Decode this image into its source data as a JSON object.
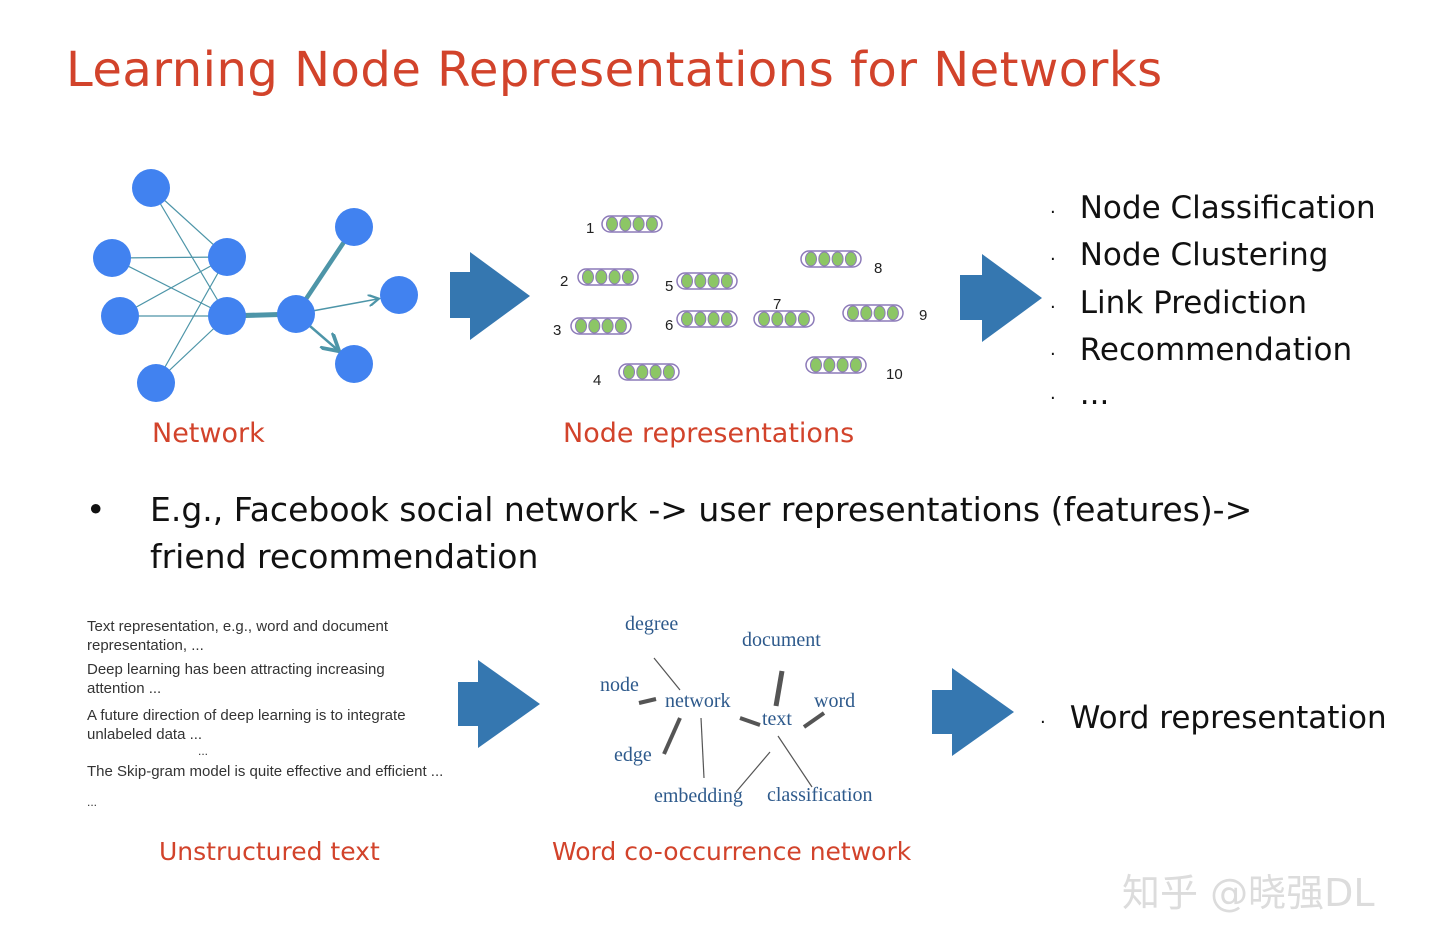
{
  "title": "Learning Node Representations for Networks",
  "top_row": {
    "network_caption": "Network",
    "representations_caption": "Node representations",
    "vector_labels": [
      "1",
      "2",
      "3",
      "4",
      "5",
      "6",
      "7",
      "8",
      "9",
      "10"
    ],
    "tasks": [
      "Node Classification",
      "Node Clustering",
      "Link Prediction",
      "Recommendation",
      "..."
    ]
  },
  "example": {
    "bullet": "•",
    "line1": "E.g., Facebook social network -> user representations (features)->",
    "line2": "friend recommendation"
  },
  "bottom_row": {
    "text_lines": [
      "Text representation, e.g., word and document",
      "representation, ...",
      "Deep learning has been attracting increasing",
      "attention ...",
      "A future direction of deep learning is to integrate",
      "unlabeled data ...",
      "...",
      "The Skip-gram model is quite effective and efficient ...",
      "..."
    ],
    "words": [
      "degree",
      "document",
      "node",
      "network",
      "word",
      "text",
      "edge",
      "embedding",
      "classification"
    ],
    "unstructured_caption": "Unstructured text",
    "cooccurrence_caption": "Word co-occurrence network",
    "result": "Word representation"
  },
  "colors": {
    "accent_red": "#d2432b",
    "node_blue": "#4182f0",
    "edge_teal": "#4d95a8",
    "arrow_blue": "#3577b0",
    "vector_green": "#8cc665",
    "vector_border": "#8c7ab8",
    "word_blue": "#2e5a8c"
  },
  "watermark": "知乎 @晓强DL"
}
